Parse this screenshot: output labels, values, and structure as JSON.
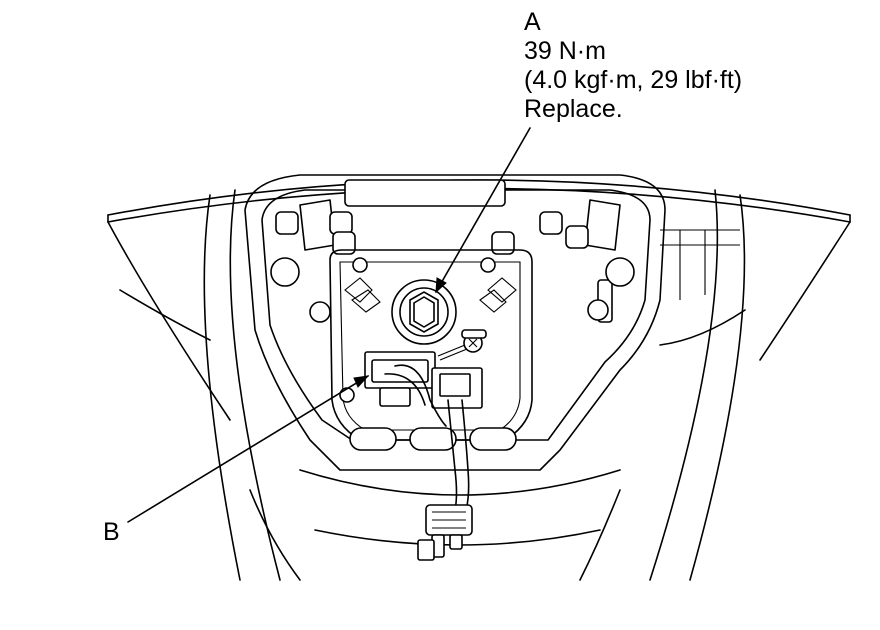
{
  "callouts": {
    "a": {
      "letter": "A",
      "torque_nm": "39 N·m",
      "torque_alt": "(4.0 kgf·m, 29 lbf·ft)",
      "note": "Replace."
    },
    "b": {
      "letter": "B"
    }
  },
  "colors": {
    "line": "#000000",
    "background": "#ffffff"
  }
}
